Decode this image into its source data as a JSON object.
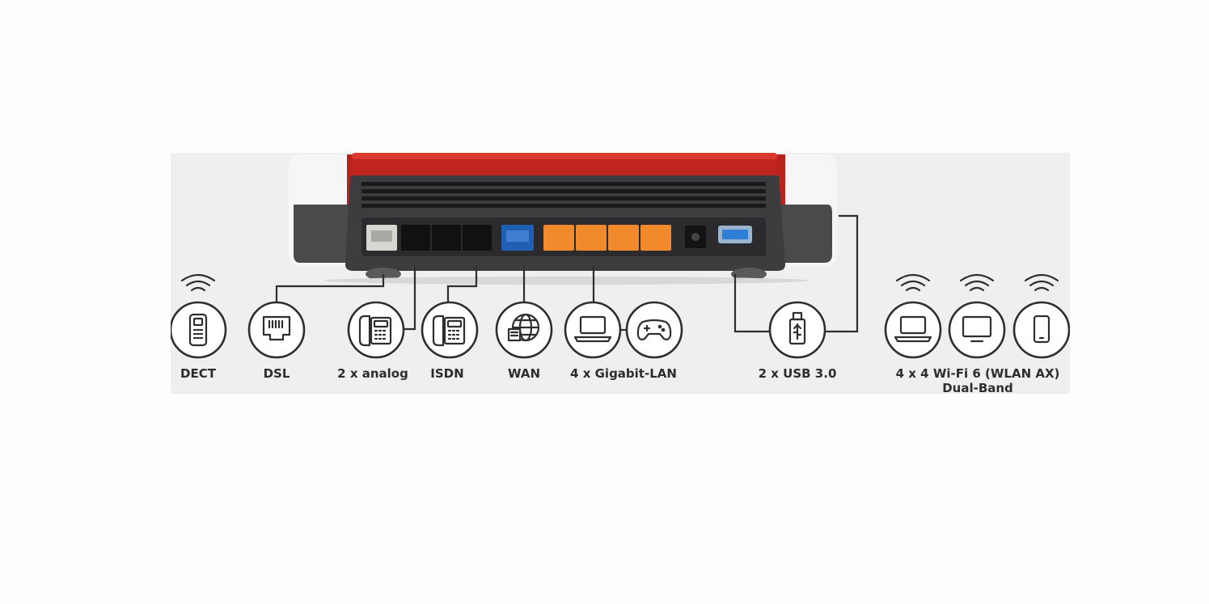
{
  "labels": {
    "dect": "DECT",
    "dsl": "DSL",
    "analog": "2 x analog",
    "isdn": "ISDN",
    "wan": "WAN",
    "lan": "4 x Gigabit-LAN",
    "usb": "2 x USB 3.0",
    "wifi_line1": "4 x 4 Wi-Fi 6 (WLAN AX)",
    "wifi_line2": "Dual-Band"
  },
  "colors": {
    "router_red": "#c0261f",
    "router_body": "#3d3d40",
    "port_panel": "#2b2b2e",
    "wan_port": "#1f5fb4",
    "lan_port": "#f08a2c",
    "dsl_port": "#d6d6d2",
    "usb_port": "#2f7fd6",
    "panel_bg": "#efefef"
  }
}
